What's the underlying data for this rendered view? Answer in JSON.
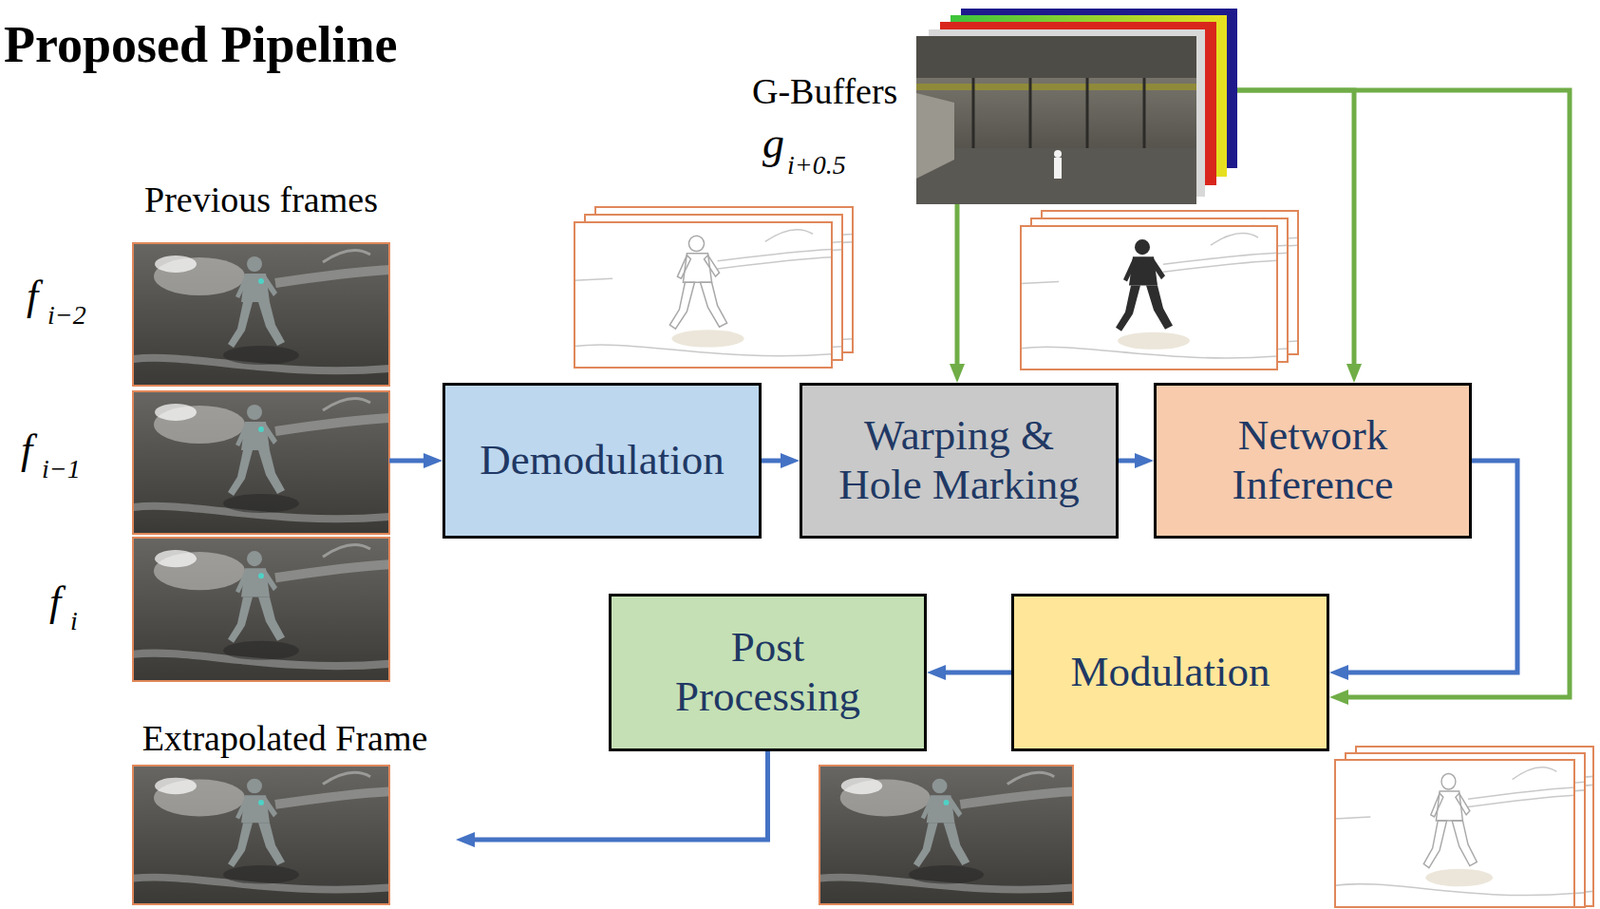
{
  "diagram": {
    "title": "Proposed Pipeline",
    "nodes": [
      {
        "text": [
          "Previous frames"
        ]
      },
      {
        "text": [
          "G-Buffers"
        ]
      },
      {
        "text": [
          "Demodulation"
        ]
      },
      {
        "text": [
          "Warping & Hole Marking"
        ]
      },
      {
        "text": [
          "Network Inference"
        ]
      },
      {
        "text": [
          "Modulation"
        ]
      },
      {
        "text": [
          "Post Processing"
        ]
      },
      {
        "text": [
          "Extrapolated Frame"
        ]
      }
    ],
    "edges": [
      {
        "from": 0,
        "to": 2,
        "arrow": "to"
      },
      {
        "from": 2,
        "to": 3,
        "arrow": "to"
      },
      {
        "from": 3,
        "to": 4,
        "arrow": "to"
      },
      {
        "from": 4,
        "to": 5,
        "arrow": "to"
      },
      {
        "from": 5,
        "to": 6,
        "arrow": "to"
      },
      {
        "from": 6,
        "to": 7,
        "arrow": "to"
      },
      {
        "from": 1,
        "to": 3,
        "arrow": "to"
      },
      {
        "from": 1,
        "to": 4,
        "arrow": "to"
      },
      {
        "from": 1,
        "to": 5,
        "arrow": "to"
      }
    ],
    "labels": [
      "g",
      "i+0.5",
      "f",
      "i−2",
      "f",
      "i−1",
      "f",
      "i"
    ]
  }
}
